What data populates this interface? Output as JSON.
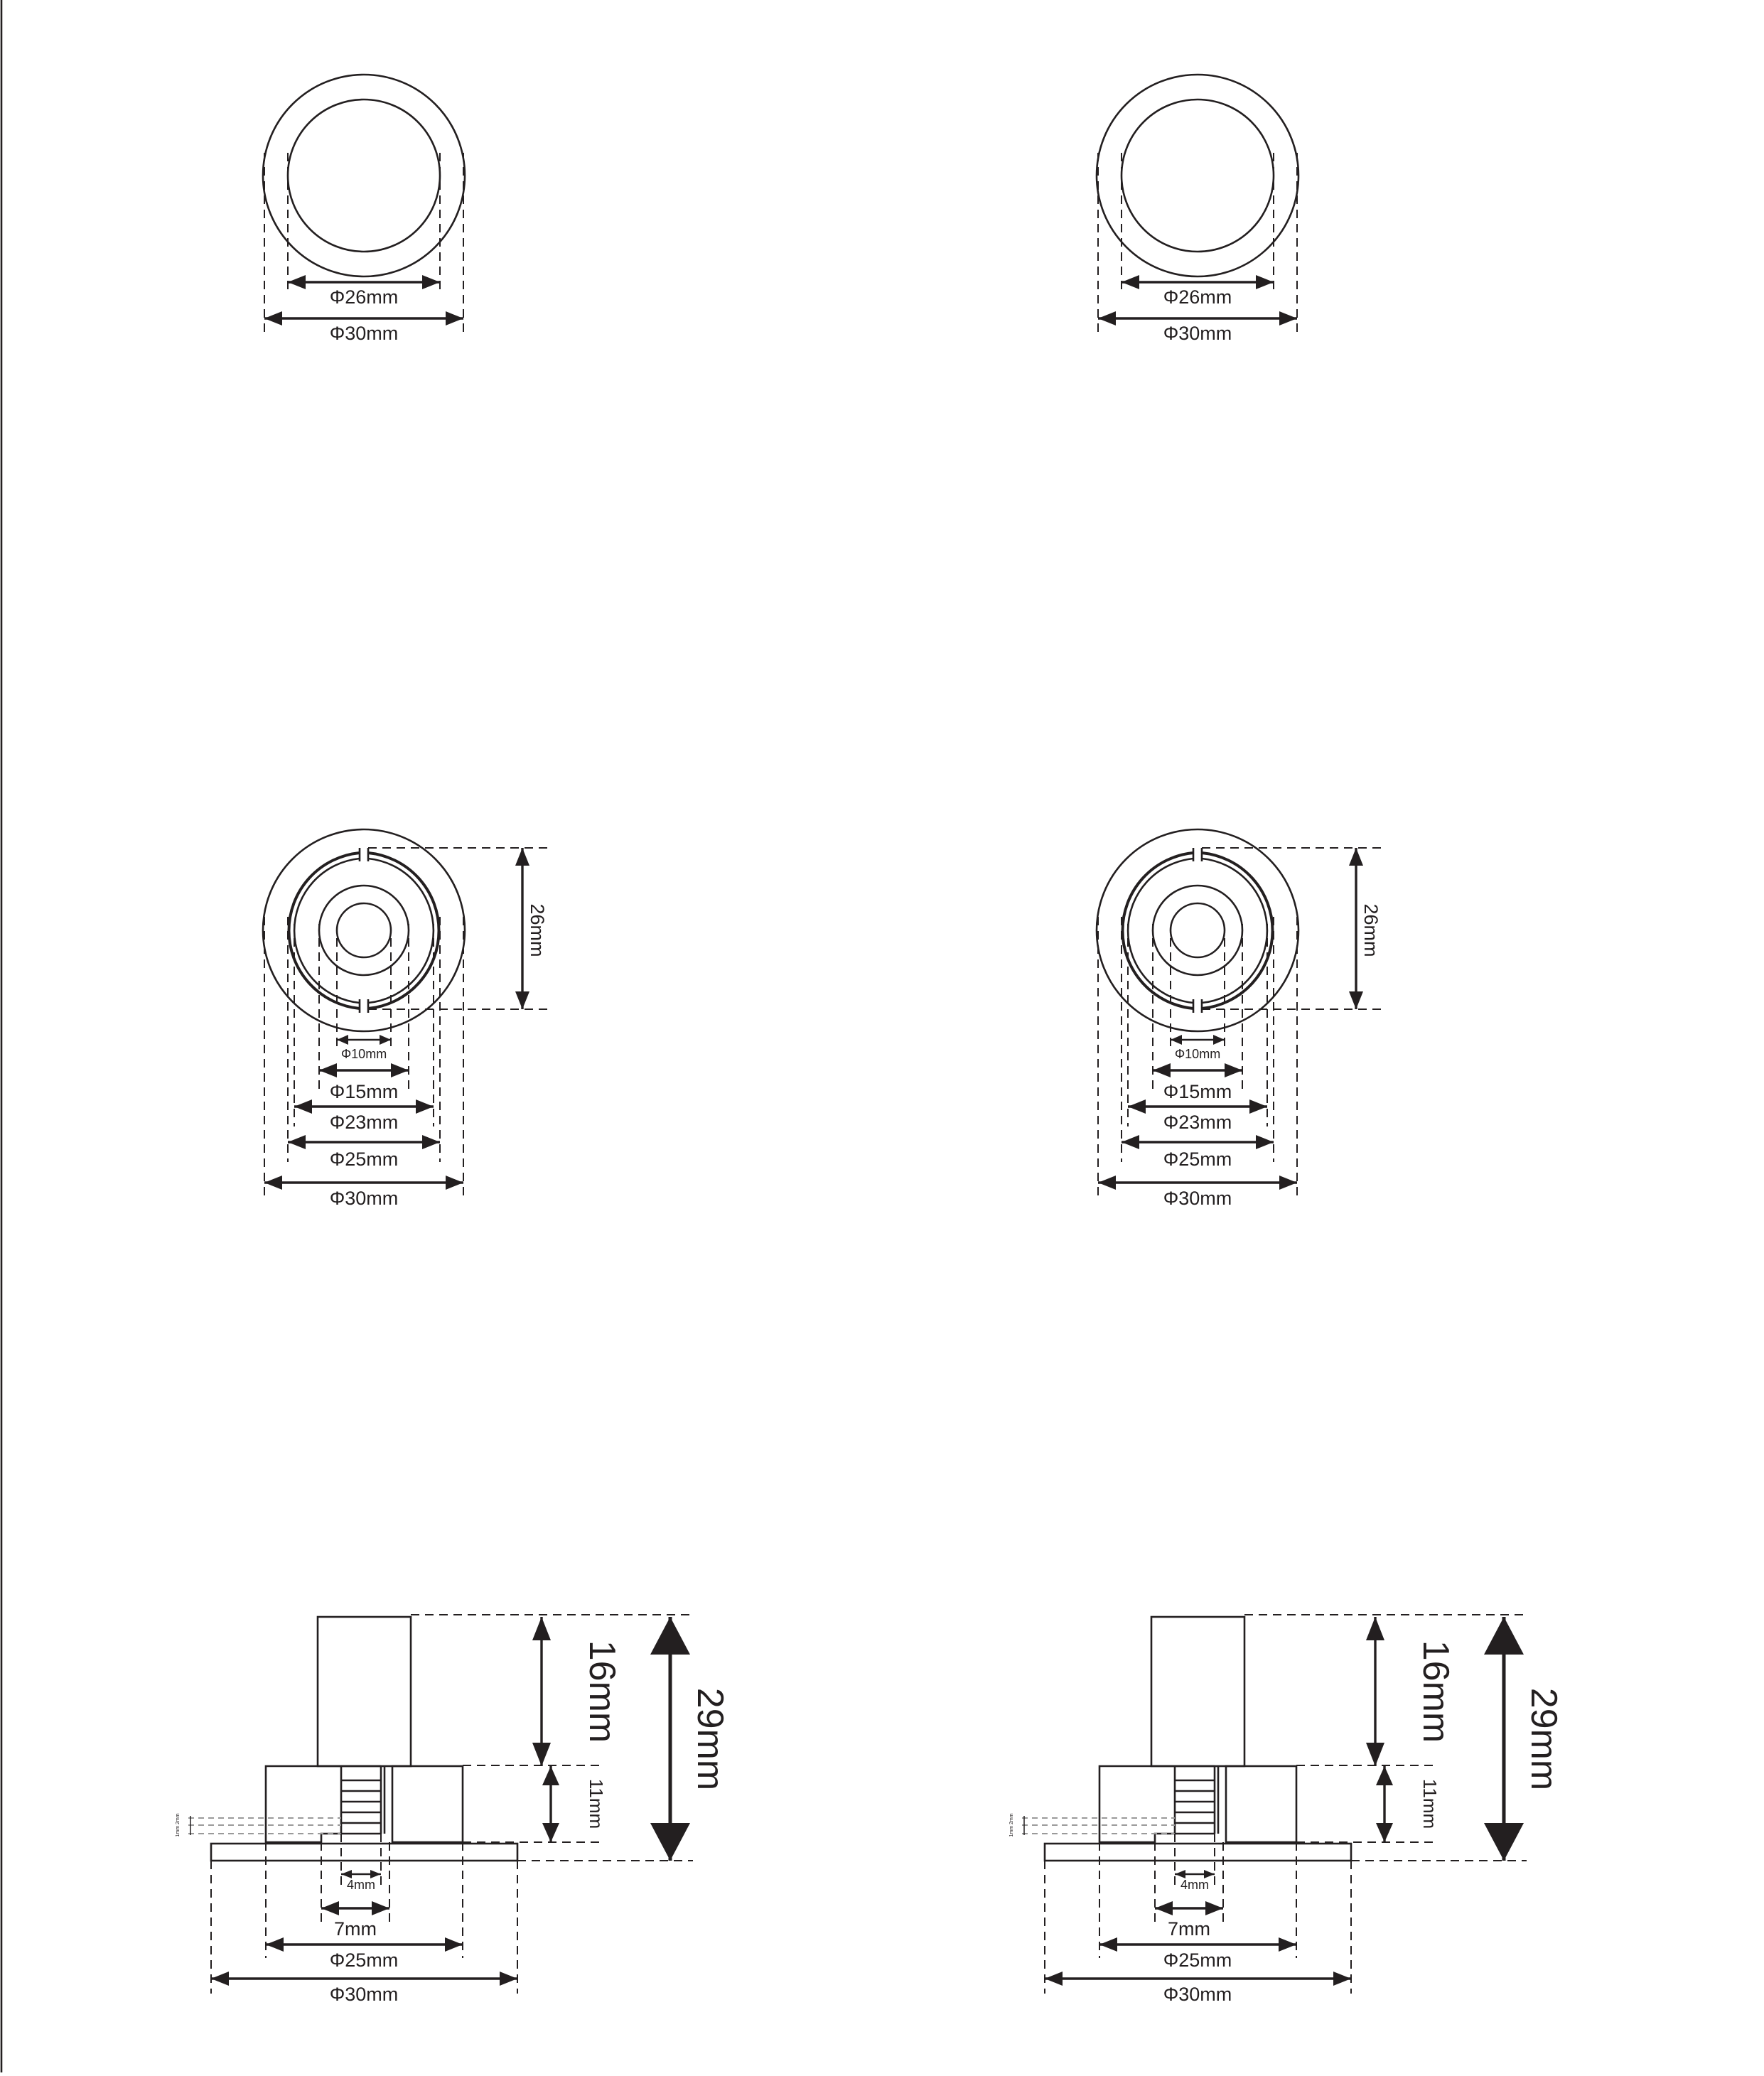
{
  "colors": {
    "ink": "#231f20",
    "paper": "#ffffff"
  },
  "top_view": {
    "d_inner": "Φ26mm",
    "d_outer": "Φ30mm"
  },
  "socket_view": {
    "height": "26mm",
    "d_hole": "Φ10mm",
    "d_inner": "Φ15mm",
    "d_ring1": "Φ23mm",
    "d_ring2": "Φ25mm",
    "d_outer": "Φ30mm"
  },
  "side_view": {
    "h_top": "16mm",
    "h_total": "29mm",
    "h_base": "11mm",
    "w_slot": "4mm",
    "w_pin": "7mm",
    "w_body": "Φ25mm",
    "w_flange": "Φ30mm",
    "tiny_left": "1mm 2mm"
  }
}
